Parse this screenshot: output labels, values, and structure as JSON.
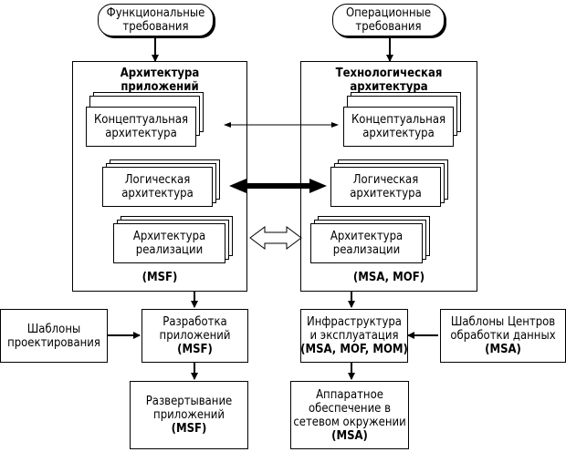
{
  "inputs": {
    "functional": [
      "Функциональные",
      "требования"
    ],
    "operational": [
      "Операционные",
      "требования"
    ]
  },
  "app_arch": {
    "title": [
      "Архитектура",
      "приложений"
    ],
    "conceptual": [
      "Концептуальная",
      "архитектура"
    ],
    "logical": [
      "Логическая",
      "архитектура"
    ],
    "implementation": [
      "Архитектура",
      "реализации"
    ],
    "note": "(MSF)"
  },
  "tech_arch": {
    "title": [
      "Технологическая",
      "архитектура"
    ],
    "conceptual": [
      "Концептуальная",
      "архитектура"
    ],
    "logical": [
      "Логическая",
      "архитектура"
    ],
    "implementation": [
      "Архитектура",
      "реализации"
    ],
    "note": "(MSA, MOF)"
  },
  "process": {
    "design_patterns": [
      "Шаблоны",
      "проектирования"
    ],
    "app_dev": [
      "Разработка",
      "приложений",
      "(MSF)"
    ],
    "infra_ops": [
      "Инфраструктура",
      "и эксплуатация",
      "(MSA, MOF, MOM)"
    ],
    "dc_patterns": [
      "Шаблоны Центров",
      "обработки данных",
      "(MSA)"
    ],
    "app_deploy": [
      "Развертывание",
      "приложений",
      "(MSF)"
    ],
    "hardware": [
      "Аппаратное",
      "обеспечение в",
      "сетевом окружении",
      "(MSA)"
    ]
  }
}
